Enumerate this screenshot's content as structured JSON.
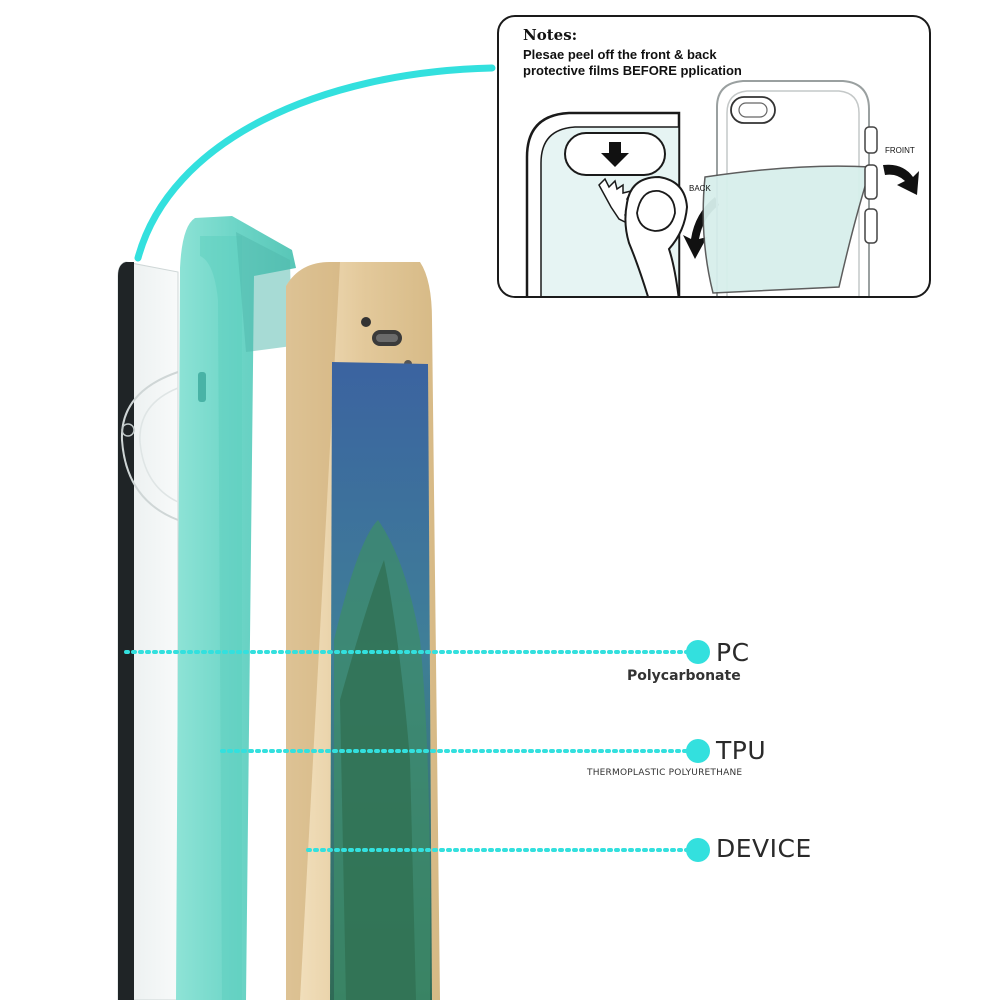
{
  "notes": {
    "title": "Notes:",
    "line1": "Plesae peel off the front & back",
    "line2": "protective  films BEFORE pplication",
    "front_label": "FROINT",
    "back_label": "BACK"
  },
  "layers": [
    {
      "name": "PC",
      "subtitle": "Polycarbonate"
    },
    {
      "name": "TPU",
      "subtitle": "THERMOPLASTIC POLYURETHANE"
    },
    {
      "name": "DEVICE",
      "subtitle": ""
    }
  ],
  "colors": {
    "accent": "#33e0de",
    "tpu_bumper": "#6fd6c9",
    "device_gold": "#e6cfa6",
    "screen": "#3f6f8a"
  }
}
